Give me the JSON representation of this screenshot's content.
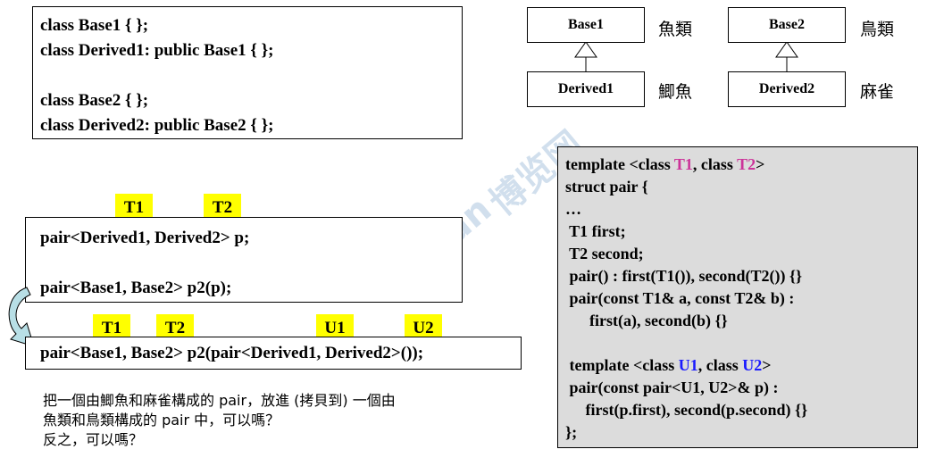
{
  "top_code": {
    "lines": [
      "class Base1 { };",
      "class Derived1: public Base1 { };",
      "",
      "class Base2 { };",
      "class Derived2: public Base2 { };"
    ]
  },
  "uml": {
    "base1": "Base1",
    "derived1": "Derived1",
    "base2": "Base2",
    "derived2": "Derived2",
    "base1_cn": "魚類",
    "derived1_cn": "鯽魚",
    "base2_cn": "鳥類",
    "derived2_cn": "麻雀"
  },
  "middle": {
    "tag_t1": "T1",
    "tag_t2": "T2",
    "line1": "pair<Derived1, Derived2> p;",
    "line2": "pair<Base1, Base2> p2(p);"
  },
  "bottom": {
    "tag_t1": "T1",
    "tag_t2": "T2",
    "tag_u1": "U1",
    "tag_u2": "U2",
    "line": "pair<Base1, Base2> p2(pair<Derived1, Derived2>());"
  },
  "question": {
    "line1": "把一個由鯽魚和麻雀構成的 pair，放進 (拷貝到) 一個由",
    "line2": "魚類和鳥類構成的 pair 中，可以嗎？",
    "line3": "反之，可以嗎？"
  },
  "right_code": {
    "l1a": "template <class ",
    "l1_t1": "T1",
    "l1b": ", class ",
    "l1_t2": "T2",
    "l1c": ">",
    "l2": "struct pair {",
    "l3": "…",
    "l4": " T1 first;",
    "l5": " T2 second;",
    "l6": " pair() : first(T1()), second(T2()) {}",
    "l7": " pair(const T1& a, const T2& b) :",
    "l8": "      first(a), second(b) {}",
    "l9a": " template <class ",
    "l9_u1": "U1",
    "l9b": ", class ",
    "l9_u2": "U2",
    "l9c": ">",
    "l10": " pair(const pair<U1, U2>& p) :",
    "l11": "     first(p.first), second(p.second) {}",
    "l12": "};"
  },
  "watermark": {
    "brand": "Boolan",
    "cn": "博览网"
  },
  "colors": {
    "tag_bg": "#ffff00",
    "panel_bg": "#dcdcdc",
    "pink": "#cc3399",
    "blue": "#1a1aff",
    "arrow": "#b8dfe6"
  }
}
